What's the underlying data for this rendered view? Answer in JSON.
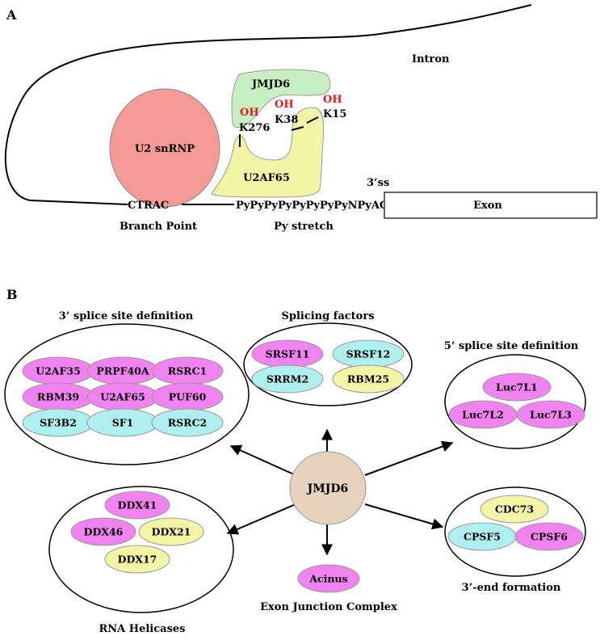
{
  "colors": {
    "pink": "#f083f0",
    "cyan": "#aef0f0",
    "yellow": "#f5f5a6",
    "green": "#c7f0c2",
    "salmon": "#f59a94",
    "tan": "#e6d2bd",
    "red": "#e21b1b",
    "stroke": "#000000",
    "node_stroke": "#9a9a9a"
  },
  "panel_a": {
    "label": "A",
    "intron": "Intron",
    "jmjd6": "JMJD6",
    "oh": "OH",
    "k276": "K276",
    "k38": "K38",
    "k15": "K15",
    "u2snrnp": "U2 snRNP",
    "u2af65": "U2AF65",
    "ss3": "3’ss",
    "ctrac": "CTRAC",
    "branch_point": "Branch Point",
    "py_seq": "PyPyPyPyPyPyPyPyNPyAG",
    "g": "G",
    "exon": "Exon",
    "py_stretch": "Py stretch"
  },
  "panel_b": {
    "label": "B",
    "center": "JMJD6",
    "groups": {
      "ss3_def": {
        "title": "3’ splice site definition",
        "nodes": [
          {
            "label": "U2AF35",
            "color": "pink"
          },
          {
            "label": "PRPF40A",
            "color": "pink"
          },
          {
            "label": "RSRC1",
            "color": "pink"
          },
          {
            "label": "RBM39",
            "color": "pink"
          },
          {
            "label": "U2AF65",
            "color": "pink"
          },
          {
            "label": "PUF60",
            "color": "pink"
          },
          {
            "label": "SF3B2",
            "color": "cyan"
          },
          {
            "label": "SF1",
            "color": "cyan"
          },
          {
            "label": "RSRC2",
            "color": "cyan"
          }
        ]
      },
      "splicing": {
        "title": "Splicing factors",
        "nodes": [
          {
            "label": "SRSF11",
            "color": "pink"
          },
          {
            "label": "SRSF12",
            "color": "cyan"
          },
          {
            "label": "SRRM2",
            "color": "cyan"
          },
          {
            "label": "RBM25",
            "color": "yellow"
          }
        ]
      },
      "ss5_def": {
        "title": "5’ splice site definition",
        "nodes": [
          {
            "label": "Luc7L1",
            "color": "pink"
          },
          {
            "label": "Luc7L2",
            "color": "pink"
          },
          {
            "label": "Luc7L3",
            "color": "pink"
          }
        ]
      },
      "helicases": {
        "title": "RNA Helicases",
        "nodes": [
          {
            "label": "DDX41",
            "color": "pink"
          },
          {
            "label": "DDX46",
            "color": "pink"
          },
          {
            "label": "DDX21",
            "color": "yellow"
          },
          {
            "label": "DDX17",
            "color": "yellow"
          }
        ]
      },
      "ejc": {
        "title": "Exon Junction Complex",
        "nodes": [
          {
            "label": "Acinus",
            "color": "pink"
          }
        ]
      },
      "end3": {
        "title": "3’-end formation",
        "nodes": [
          {
            "label": "CDC73",
            "color": "yellow"
          },
          {
            "label": "CPSF5",
            "color": "cyan"
          },
          {
            "label": "CPSF6",
            "color": "pink"
          }
        ]
      }
    }
  }
}
